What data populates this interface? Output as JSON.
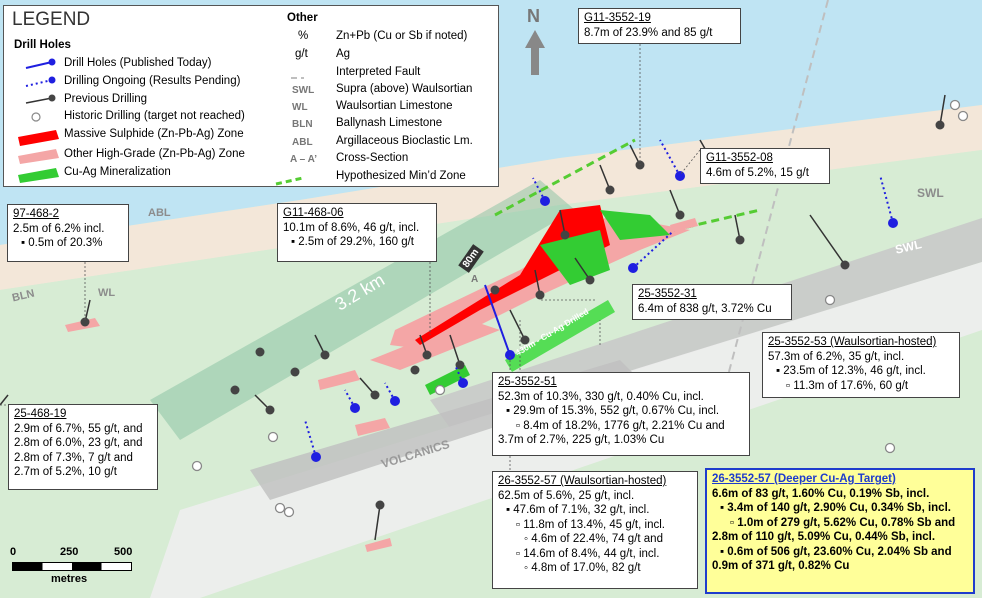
{
  "legend": {
    "title": "LEGEND",
    "drill_holes_heading": "Drill Holes",
    "items": [
      {
        "label": "Drill Holes (Published Today)"
      },
      {
        "label": "Drilling Ongoing (Results Pending)"
      },
      {
        "label": "Previous Drilling"
      },
      {
        "label": "Historic Drilling (target not reached)"
      },
      {
        "label": "Massive Sulphide (Zn-Pb-Ag) Zone"
      },
      {
        "label": "Other High-Grade (Zn-Pb-Ag) Zone"
      },
      {
        "label": "Cu-Ag Mineralization"
      }
    ],
    "other_heading": "Other",
    "other_items": [
      {
        "abbr": "%",
        "label": "Zn+Pb (Cu or Sb if noted)"
      },
      {
        "abbr": "g/t",
        "label": "Ag"
      },
      {
        "abbr": "",
        "label": "Interpreted Fault"
      },
      {
        "abbr": "SWL",
        "label": "Supra (above) Waulsortian"
      },
      {
        "abbr": "WL",
        "label": "Waulsortian Limestone"
      },
      {
        "abbr": "BLN",
        "label": "Ballynash Limestone"
      },
      {
        "abbr": "ABL",
        "label": "Argillaceous Bioclastic Lm."
      },
      {
        "abbr": "A – A’",
        "label": "Cross-Section"
      },
      {
        "abbr": "",
        "label": "Hypothesized Min’d Zone"
      }
    ],
    "colors": {
      "published": "#1f1fe0",
      "previous": "#404040",
      "massive": "#ff0000",
      "high_grade": "#f4a6a6",
      "cu_ag": "#33cc33",
      "fault": "#bfbfbf",
      "hyp": "#55cc33"
    }
  },
  "map_labels": {
    "north": "N",
    "abl": "ABL",
    "bln": "BLN",
    "wl": "WL",
    "swl1": "SWL",
    "swl2": "SWL",
    "volcanics": "VOLCANICS",
    "distance": "3.2 km",
    "eighty": "80m",
    "section_a": "A",
    "drilled": "430m - Cu-Ag Drilled"
  },
  "scale": {
    "t0": "0",
    "t1": "250",
    "t2": "500",
    "unit": "metres"
  },
  "boxes": {
    "b_97_468_2": {
      "hd": "97-468-2",
      "l1": "2.5m of 6.2% incl.",
      "l2": "▪ 0.5m of 20.3%"
    },
    "b_g11_468_06": {
      "hd": "G11-468-06",
      "l1": "10.1m of 8.6%, 46 g/t, incl.",
      "l2": "▪ 2.5m of 29.2%, 160 g/t"
    },
    "b_g11_3552_19": {
      "hd": "G11-3552-19",
      "l1": "8.7m of 23.9% and 85 g/t"
    },
    "b_g11_3552_08": {
      "hd": "G11-3552-08",
      "l1": "4.6m of 5.2%, 15 g/t"
    },
    "b_25_3552_31": {
      "hd": "25-3552-31",
      "l1": "6.4m of 838 g/t, 3.72% Cu"
    },
    "b_25_3552_53": {
      "hd": "25-3552-53 (Waulsortian-hosted)",
      "l1": "57.3m of 6.2%, 35 g/t, incl.",
      "l2": "▪ 23.5m of 12.3%, 46 g/t, incl.",
      "l3": "▫ 11.3m of 17.6%, 60 g/t"
    },
    "b_25_468_19": {
      "hd": "25-468-19",
      "l1": "2.9m of 6.7%, 55 g/t, and",
      "l2": "2.8m of 6.0%, 23 g/t, and",
      "l3": "2.8m of 7.3%, 7 g/t and",
      "l4": "2.7m of 5.2%, 10 g/t"
    },
    "b_25_3552_51": {
      "hd": "25-3552-51",
      "l1": "52.3m of 10.3%, 330 g/t, 0.40% Cu, incl.",
      "l2": "▪ 29.9m of 15.3%, 552 g/t, 0.67% Cu, incl.",
      "l3": "▫ 8.4m of 18.2%, 1776 g/t, 2.21% Cu and",
      "l4": "3.7m of 2.7%, 225 g/t, 1.03% Cu"
    },
    "b_26_3552_57": {
      "hd": "26-3552-57 (Waulsortian-hosted)",
      "l1": "62.5m of 5.6%, 25 g/t, incl.",
      "l2": "▪ 47.6m of 7.1%, 32 g/t, incl.",
      "l3": "▫ 11.8m of 13.4%, 45 g/t, incl.",
      "l4": "◦ 4.6m of 22.4%, 74 g/t and",
      "l5": "▫ 14.6m of 8.4%, 44 g/t, incl.",
      "l6": "◦ 4.8m of 17.0%, 82 g/t"
    },
    "b_target": {
      "hd": "26-3552-57 (Deeper Cu-Ag Target)",
      "l1": "6.6m of 83 g/t, 1.60% Cu, 0.19% Sb, incl.",
      "l2": "▪ 3.4m of 140 g/t, 2.90% Cu, 0.34% Sb, incl.",
      "l3": "▫ 1.0m of 279 g/t, 5.62% Cu, 0.78% Sb and",
      "l4": "2.8m of 110 g/t, 5.09% Cu, 0.44% Sb, incl.",
      "l5": "▪ 0.6m of 506 g/t, 23.60% Cu, 2.04% Sb and",
      "l6": "0.9m of 371 g/t, 0.82% Cu"
    }
  }
}
